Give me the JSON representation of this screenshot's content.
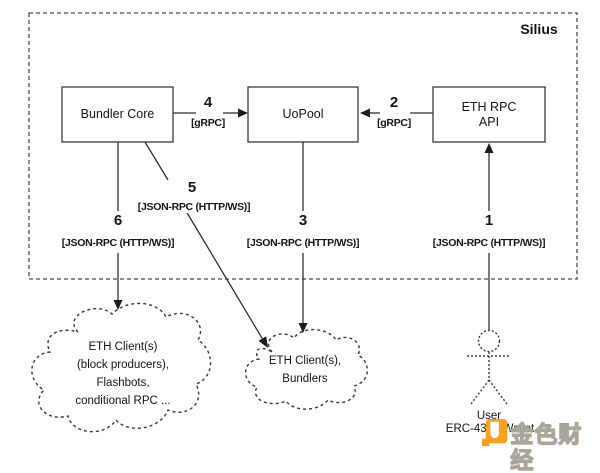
{
  "diagram": {
    "title": "Silius",
    "boxes": {
      "bundler_core": "Bundler Core",
      "uopool": "UoPool",
      "eth_rpc_api": "ETH RPC\nAPI"
    },
    "edges": {
      "e1": {
        "num": "1",
        "label": "[JSON-RPC (HTTP/WS)]"
      },
      "e2": {
        "num": "2",
        "label": "[gRPC]"
      },
      "e3": {
        "num": "3",
        "label": "[JSON-RPC (HTTP/WS)]"
      },
      "e4": {
        "num": "4",
        "label": "[gRPC]"
      },
      "e5": {
        "num": "5",
        "label": "[JSON-RPC (HTTP/WS)]"
      },
      "e6": {
        "num": "6",
        "label": "[JSON-RPC (HTTP/WS)]"
      }
    },
    "clouds": {
      "left": "ETH Client(s)\n(block producers),\nFlashbots,\nconditional RPC ...",
      "right": "ETH Client(s),\nBundlers"
    },
    "actor": {
      "line1": "User",
      "line2": "ERC-4337 Wallet"
    }
  },
  "watermark": {
    "text": "金色财经",
    "logo_color": "#F7A11E"
  },
  "colors": {
    "line": "#2f2f2f",
    "dashed_border": "#4a4a4a",
    "background": "#ffffff",
    "watermark_orange": "#F7A11E",
    "watermark_gray": "#a9a49c"
  }
}
